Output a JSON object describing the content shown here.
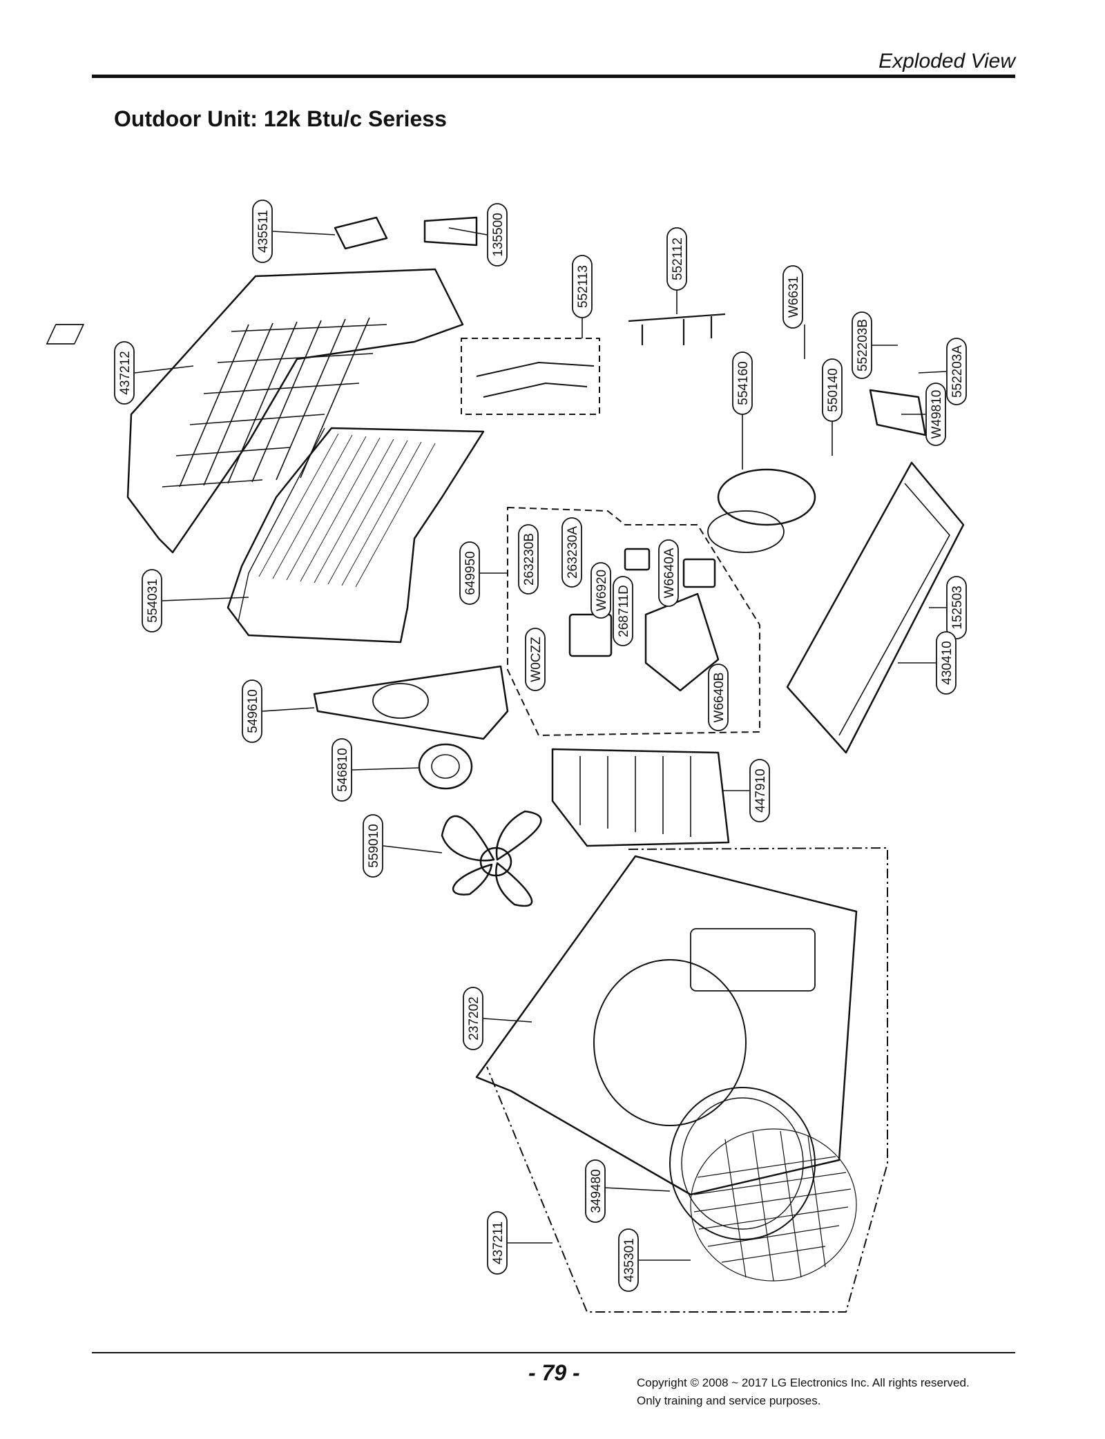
{
  "header": {
    "section": "Exploded View"
  },
  "page": {
    "title": "Outdoor Unit: 12k Btu/c Seriess",
    "number": "- 79 -"
  },
  "footer": {
    "copyright_line1": "Copyright © 2008 ~ 2017 LG Electronics Inc. All rights reserved.",
    "copyright_line2": "Only training and service purposes."
  },
  "parts": [
    "435511",
    "135500",
    "552113",
    "552112",
    "W6631",
    "552203B",
    "552203A",
    "437212",
    "554160",
    "550140",
    "W49810",
    "649950",
    "263230B",
    "263230A",
    "W6920",
    "W6640A",
    "268711D",
    "152503",
    "554031",
    "W0CZZ",
    "W6640B",
    "430410",
    "549610",
    "546810",
    "447910",
    "559010",
    "237202",
    "349480",
    "437211",
    "435301"
  ]
}
